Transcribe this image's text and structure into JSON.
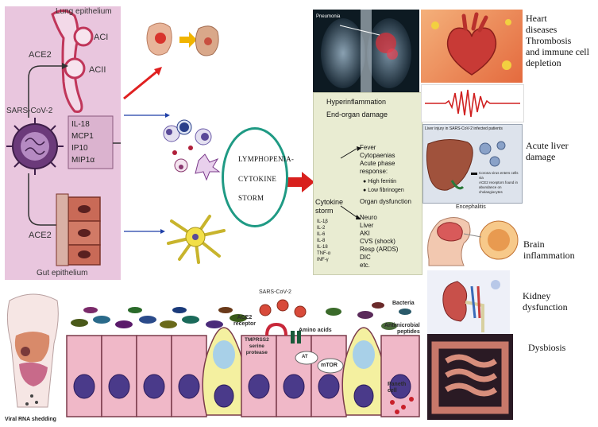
{
  "left_panel": {
    "lung_epithelium": "Lung epithelium",
    "aci": "ACI",
    "acii": "ACII",
    "ace2_top": "ACE2",
    "ace2_bottom": "ACE2",
    "virus": "SARS-CoV-2",
    "cytokines": [
      "IL-18",
      "MCP1",
      "IP10",
      "MIP1α"
    ],
    "gut_epithelium": "Gut epithelium"
  },
  "center": {
    "storm_lines": [
      "LYMPHOPENIA-",
      "CYTOKINE",
      "STORM"
    ]
  },
  "clinical_panel": {
    "xray_label": "Pneumonia",
    "hyper": "Hyperinflammation",
    "end_organ": "End-organ damage",
    "fever_block": [
      "Fever",
      "Cytopaenias",
      "Acute phase",
      "response:"
    ],
    "bullets": [
      "High ferritin",
      "Low fibrinogen"
    ],
    "cytokine_storm": [
      "Cytokine",
      "storm"
    ],
    "cytokine_list": [
      "IL-1β",
      "IL-2",
      "IL-6",
      "IL-8",
      "IL-18",
      "TNF-α",
      "INF-γ"
    ],
    "organ_dysfunction": "Organ dysfunction",
    "organ_list": [
      "Neuro",
      "Liver",
      "AKI",
      "CVS (shock)",
      "Resp (ARDS)",
      "DIC",
      "etc."
    ]
  },
  "organs": {
    "heart": [
      "Heart",
      "diseases",
      "Thrombosis",
      "and immune cell",
      "depletion"
    ],
    "liver": [
      "Acute liver",
      "damage"
    ],
    "liver_title": "Liver injury in SARS-CoV-2 infected patients",
    "liver_note": [
      "Corona virus enters cells via",
      "ACE2 receptors found in",
      "abundance on cholangiocytes"
    ],
    "encephalitis": "Encephalitis",
    "brain": "Brain inflammation",
    "kidney": [
      "Kidney",
      "dysfunction"
    ],
    "dysbiosis": "Dysbiosis"
  },
  "gut_bottom": {
    "sars": "SARS-CoV-2",
    "bacteria": "Bacteria",
    "ace2_receptor": [
      "ACE2",
      "receptor"
    ],
    "tmprss2": [
      "TMPRSS2",
      "serine",
      "protease"
    ],
    "amino_acids": "Amino acids",
    "at": "AT",
    "mtor": "mTOR",
    "antimicrobial": [
      "Antimicrobial",
      "peptides"
    ],
    "paneth": [
      "Paneth",
      "cell"
    ],
    "viral_rna": "Viral RNA shedding"
  },
  "colors": {
    "pink_panel": "#e9c6de",
    "arrow_red": "#e02020",
    "arrow_blue": "#1e3fa8",
    "ellipse": "#1f9a84",
    "clinical_bg": "#e9ecd2"
  }
}
